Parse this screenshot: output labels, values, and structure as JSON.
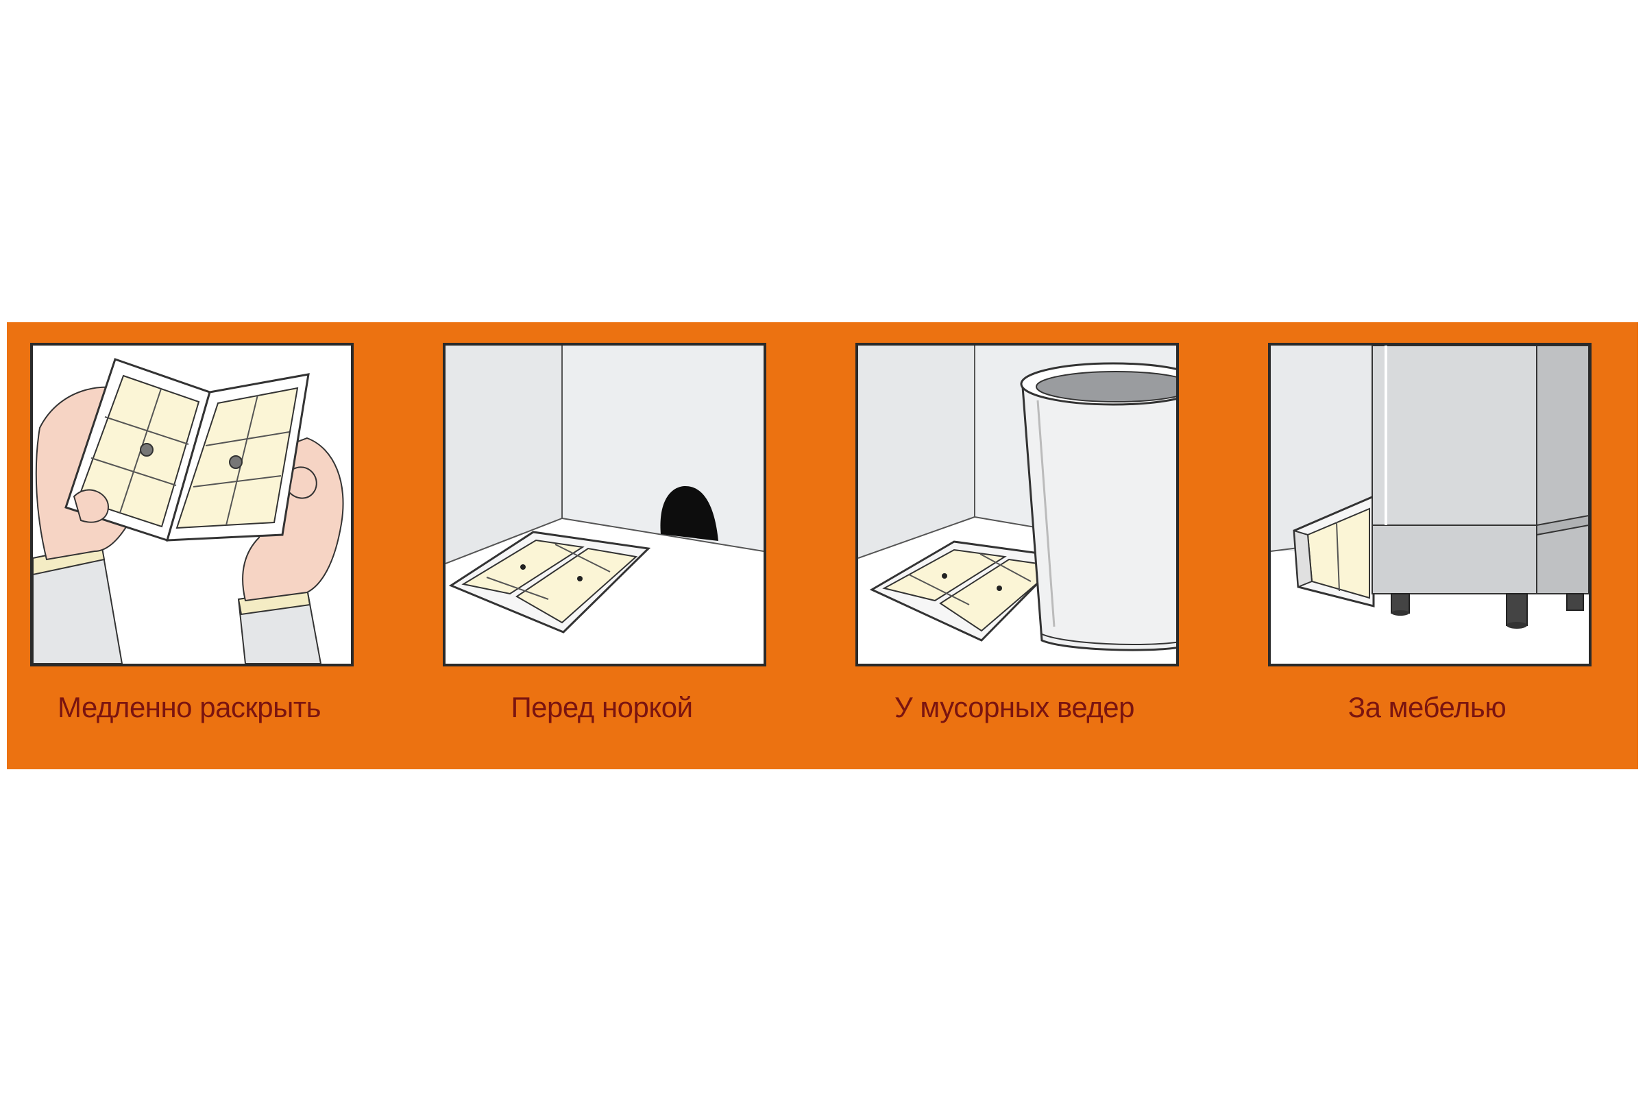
{
  "steps": [
    {
      "caption": "Медленно раскрыть",
      "icon": "open-trap-icon"
    },
    {
      "caption": "Перед норкой",
      "icon": "mouse-hole-trap-icon"
    },
    {
      "caption": "У мусорных ведер",
      "icon": "trash-bin-trap-icon"
    },
    {
      "caption": "За мебелью",
      "icon": "furniture-trap-icon"
    }
  ],
  "colors": {
    "band": "#ec7211",
    "caption_text": "#7a1410",
    "glue": "#fbf5d6",
    "wall": "#e6e8ea",
    "skin": "#f6d4c4"
  }
}
